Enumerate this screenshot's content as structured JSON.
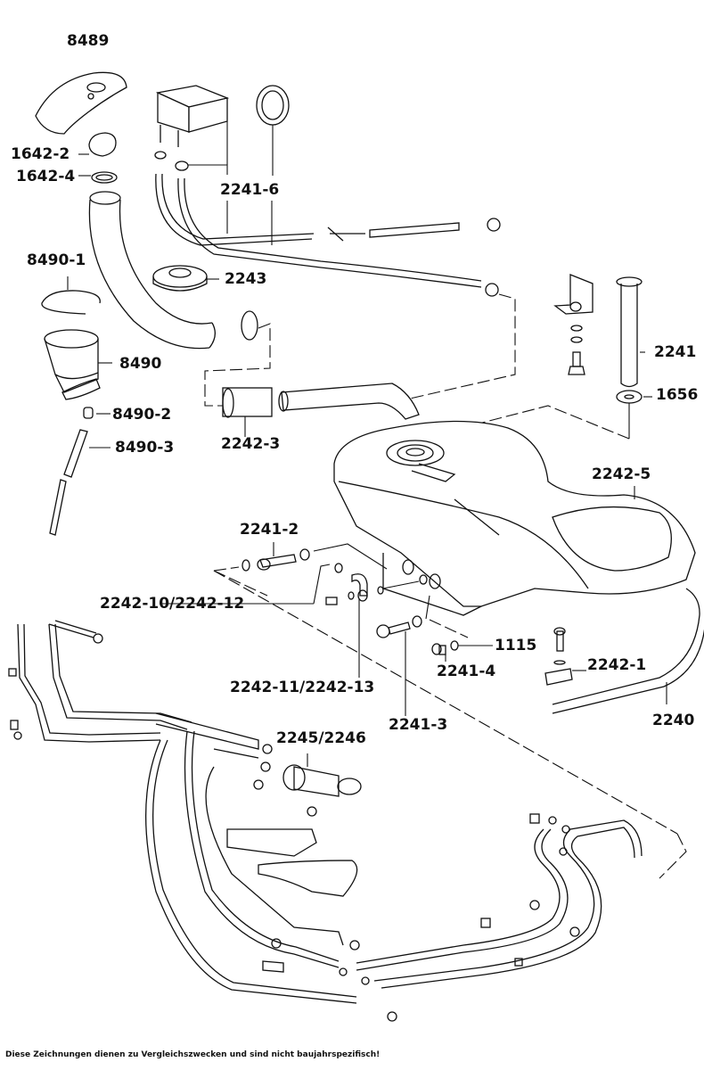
{
  "title": "8489",
  "labels": {
    "l8489": "8489",
    "l1642_2": "1642-2",
    "l1642_4": "1642-4",
    "l2241_6": "2241-6",
    "l8490_1": "8490-1",
    "l2243": "2243",
    "l8490": "8490",
    "l8490_2": "8490-2",
    "l8490_3": "8490-3",
    "l2242_3": "2242-3",
    "l2241": "2241",
    "l1656": "1656",
    "l2242_5": "2242-5",
    "l2241_2": "2241-2",
    "l2242_10_12": "2242-10/2242-12",
    "l1115": "1115",
    "l2241_4": "2241-4",
    "l2242_1": "2242-1",
    "l2242_11_13": "2242-11/2242-13",
    "l2241_3": "2241-3",
    "l2240": "2240",
    "l2245_2246": "2245/2246"
  },
  "footer": "Diese Zeichnungen dienen zu Vergleichszwecken und sind nicht baujahrspezifisch!"
}
